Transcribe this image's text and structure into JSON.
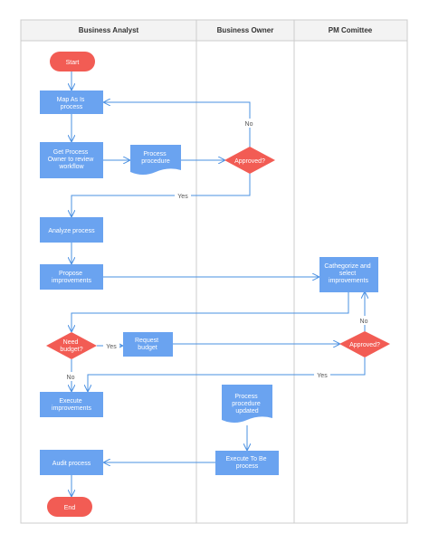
{
  "lanes": {
    "business_analyst": "Business Analyst",
    "business_owner": "Business Owner",
    "pm_committee": "PM Comittee"
  },
  "nodes": {
    "start": "Start",
    "map_as_is": [
      "Map As Is",
      "process"
    ],
    "get_owner": [
      "Get Process",
      "Owner to review",
      "workflow"
    ],
    "process_procedure": [
      "Process",
      "procedure"
    ],
    "approved_owner": "Approved?",
    "analyze": "Analyze process",
    "propose": [
      "Propose",
      "improvements"
    ],
    "categorize": [
      "Cathegorize and",
      "select",
      "improvements"
    ],
    "need_budget": [
      "Need",
      "budget?"
    ],
    "request_budget": [
      "Request",
      "budget"
    ],
    "approved_pm": "Approved?",
    "execute_improvements": [
      "Execute",
      "improvements"
    ],
    "procedure_updated": [
      "Process",
      "procedure",
      "updated"
    ],
    "execute_to_be": [
      "Execute To Be",
      "process"
    ],
    "audit": "Audit process",
    "end": "End"
  },
  "edges": {
    "no_owner": "No",
    "yes_owner": "Yes",
    "no_pm": "No",
    "yes_budget": "Yes",
    "no_budget": "No",
    "yes_pm": "Yes"
  },
  "colors": {
    "process": "#6aa3f0",
    "decision": "#f25c54",
    "terminal": "#f25c54",
    "edge": "#4a90e2",
    "lane_border": "#cccccc",
    "header_bg": "#f3f3f3"
  }
}
